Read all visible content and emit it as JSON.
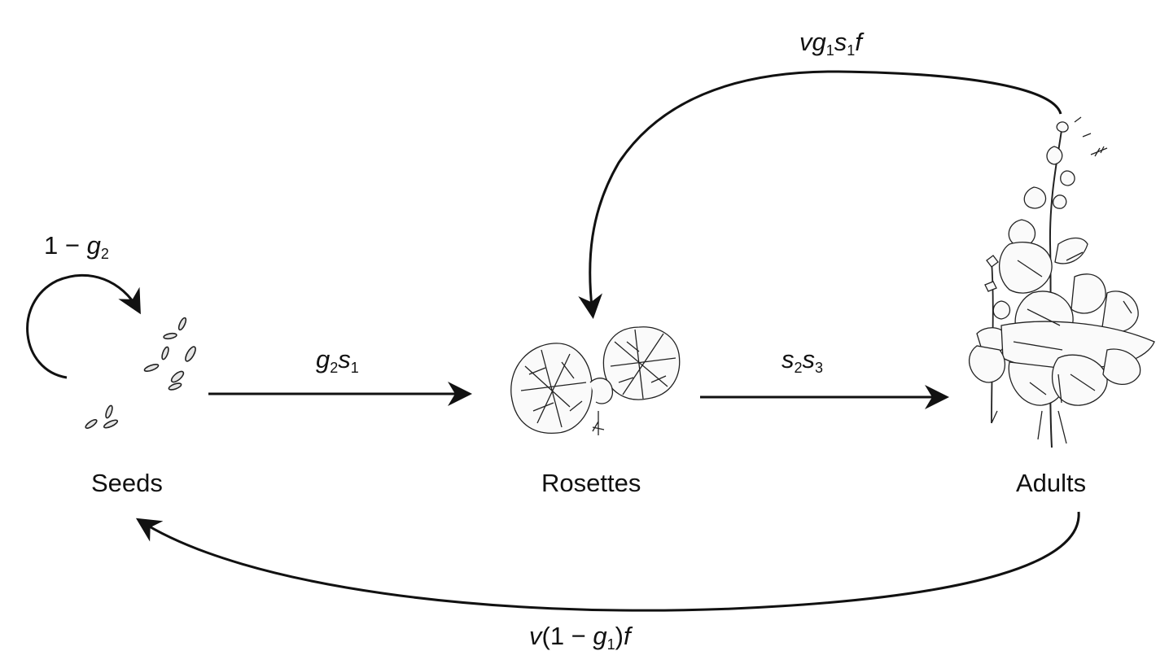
{
  "stages": {
    "seeds": "Seeds",
    "rosettes": "Rosettes",
    "adults": "Adults"
  },
  "transitions": {
    "seed_stay": {
      "pre": "1 − ",
      "var": "g",
      "sub": "2"
    },
    "seed_to_rosette": {
      "v1": "g",
      "s1": "2",
      "v2": "s",
      "s2": "1"
    },
    "rosette_to_adult": {
      "v1": "s",
      "s1": "2",
      "v2": "s",
      "s2": "3"
    },
    "adult_to_rosette": {
      "v0": "v",
      "v1": "g",
      "s1": "1",
      "v2": "s",
      "s2": "1",
      "v3": "f"
    },
    "adult_to_seed": {
      "v0": "v",
      "p1": "(1 − ",
      "v1": "g",
      "s1": "1",
      "p2": ")",
      "v3": "f"
    }
  },
  "colors": {
    "ink": "#111111"
  },
  "icons": {
    "seeds": "seeds-icon",
    "rosettes": "rosette-plants-icon",
    "adults": "flowering-plant-icon"
  }
}
